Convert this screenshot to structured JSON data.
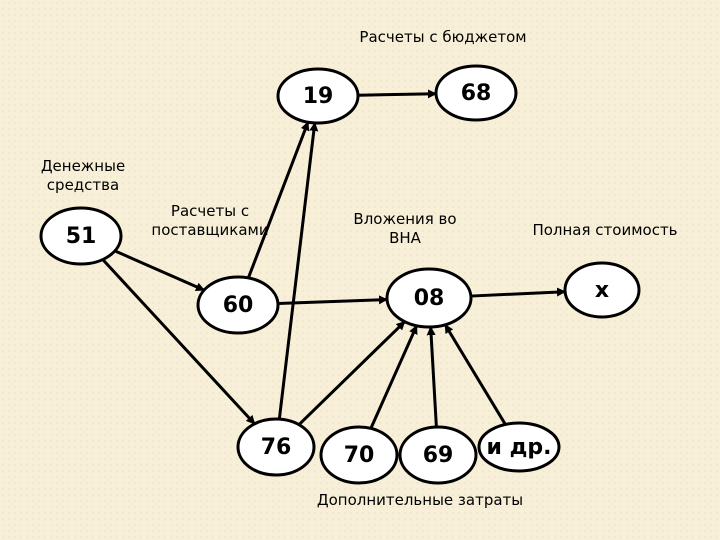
{
  "title": "Расчеты с бюджетом",
  "labels": {
    "cash": [
      "Денежные",
      "средства"
    ],
    "suppliers": [
      "Расчеты с",
      "поставщиками"
    ],
    "investments": [
      "Вложения во",
      "ВНА"
    ],
    "full_cost": "Полная стоимость",
    "additional_costs": "Дополнительные затраты"
  },
  "nodes": [
    {
      "id": "n19",
      "label": "19"
    },
    {
      "id": "n68",
      "label": "68"
    },
    {
      "id": "n51",
      "label": "51"
    },
    {
      "id": "n60",
      "label": "60"
    },
    {
      "id": "n08",
      "label": "08"
    },
    {
      "id": "nx",
      "label": "x"
    },
    {
      "id": "n76",
      "label": "76"
    },
    {
      "id": "n70",
      "label": "70"
    },
    {
      "id": "n69",
      "label": "69"
    },
    {
      "id": "nother",
      "label": "и др."
    }
  ],
  "edges": [
    {
      "from": "n19",
      "to": "n68"
    },
    {
      "from": "n51",
      "to": "n60"
    },
    {
      "from": "n51",
      "to": "n76"
    },
    {
      "from": "n60",
      "to": "n19"
    },
    {
      "from": "n60",
      "to": "n08"
    },
    {
      "from": "n76",
      "to": "n19"
    },
    {
      "from": "n76",
      "to": "n08"
    },
    {
      "from": "n70",
      "to": "n08"
    },
    {
      "from": "n69",
      "to": "n08"
    },
    {
      "from": "nother",
      "to": "n08"
    },
    {
      "from": "n08",
      "to": "nx"
    }
  ],
  "colors": {
    "stroke": "#000000",
    "node_fill": "#ffffff",
    "background": "#f7efd8"
  }
}
